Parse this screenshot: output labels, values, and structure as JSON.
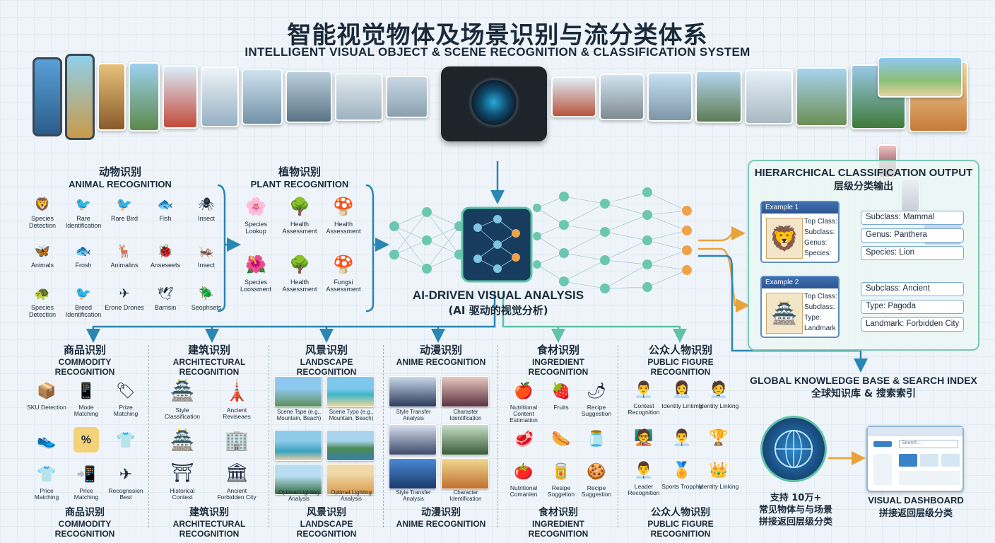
{
  "title_cn": "智能视觉物体及场景识别与流分类体系",
  "title_en": "INTELLIGENT VISUAL OBJECT & SCENE RECOGNITION & CLASSIFICATION SYSTEM",
  "center_label_en": "AI-DRIVEN VISUAL ANALYSIS",
  "center_label_cn": "(AI 驱动的视觉分析)",
  "animal": {
    "title_cn": "动物识别",
    "title_en": "ANIMAL RECOGNITION",
    "items": [
      "Species Detection",
      "Rare Identification",
      "Rare Bird",
      "Fish",
      "Insect",
      "Animals",
      "Frosh",
      "Animalins",
      "Anseseets",
      "Insect",
      "Species Detection",
      "Breed Identification",
      "Erone Drones",
      "Barrisin",
      "Seophsets"
    ]
  },
  "plant": {
    "title_cn": "植物识别",
    "title_en": "PLANT RECOGNITION",
    "items": [
      "Species Lookup",
      "Health Assessment",
      "Health Assessment",
      "Species Loossment",
      "Health Assessment",
      "Fungsi Assessment"
    ]
  },
  "output": {
    "title_en": "HIERARCHICAL CLASSIFICATION OUTPUT",
    "title_cn": "层级分类输出",
    "ex1": {
      "tab": "Example 1",
      "keys": [
        "Top Class:",
        "Subclass:",
        "Genus:",
        "Species:"
      ],
      "fields": [
        "Subclass:   Mammal",
        "Genus:       Panthera",
        "Species:     Lion"
      ]
    },
    "ex2": {
      "tab": "Example 2",
      "keys": [
        "Top Class:",
        "Subclass:",
        "Type:",
        "Landmark"
      ],
      "fields": [
        "Subclass:   Ancient",
        "Type:          Pagoda",
        "Landmark: Forbidden City"
      ]
    }
  },
  "knowledge": {
    "title_en": "GLOBAL KNOWLEDGE BASE & SEARCH INDEX",
    "title_cn": "全球知识库 & 搜索索引"
  },
  "globe_caption": [
    "支持 10万+",
    "常见物体与与场景",
    "拼接返回层级分类"
  ],
  "dashboard": {
    "title_en": "VISUAL DASHBOARD",
    "title_cn": "拼接返回层级分类",
    "search_label": "Search..."
  },
  "categories": [
    {
      "cn": "商品识别",
      "en": "COMMODITY RECOGNITION",
      "items": [
        "SKU Detection",
        "Mode Matching",
        "Prize Matching",
        "",
        "",
        "",
        "Price Matching",
        "Price Matching",
        "Recognssion Best"
      ]
    },
    {
      "cn": "建筑识别",
      "en": "ARCHITECTURAL RECOGNITION",
      "items": [
        "Style Classification",
        "Ancient Reviseaes",
        "",
        "",
        "Historical Contest",
        "Ancient Forbidden City"
      ]
    },
    {
      "cn": "风景识别",
      "en": "LANDSCAPE RECOGNITION",
      "items": [
        "Scene Tspe (e.g., Mountain, Beach)",
        "Scene Typo (e.g., Mountain, Beach)",
        "",
        "",
        "Optimal Lighting Analysis",
        "Optimal Lighting Analysis"
      ]
    },
    {
      "cn": "动漫识别",
      "en": "ANIME RECOGNITION",
      "items": [
        "Style Transfer Analysis",
        "Charaster Identification",
        "",
        "",
        "Style Transfer Analysis",
        "Character Identification"
      ]
    },
    {
      "cn": "食材识别",
      "en": "INGREDIENT RECOGNITION",
      "items": [
        "Nutritional Content Estimation",
        "Fruits",
        "Recipe Suggestion",
        "",
        "",
        "",
        "Nutritional Comanien",
        "Resipe Soggetion",
        "Recipe Suggestion"
      ]
    },
    {
      "cn": "公众人物识别",
      "en": "PUBLIC FIGURE RECOGNITION",
      "items": [
        "Contest Recognition",
        "Identity Lintimg",
        "Identity Linking",
        "",
        "",
        "",
        "Leader Recognition",
        "Sports Tropphy",
        "Identity Linking"
      ]
    }
  ],
  "colors": {
    "accent": "#2a86b2",
    "panel_border": "#7cc7b6",
    "node_blue": "#7fc4e0",
    "node_orange": "#f0a24a",
    "node_green": "#6cc7b0"
  }
}
